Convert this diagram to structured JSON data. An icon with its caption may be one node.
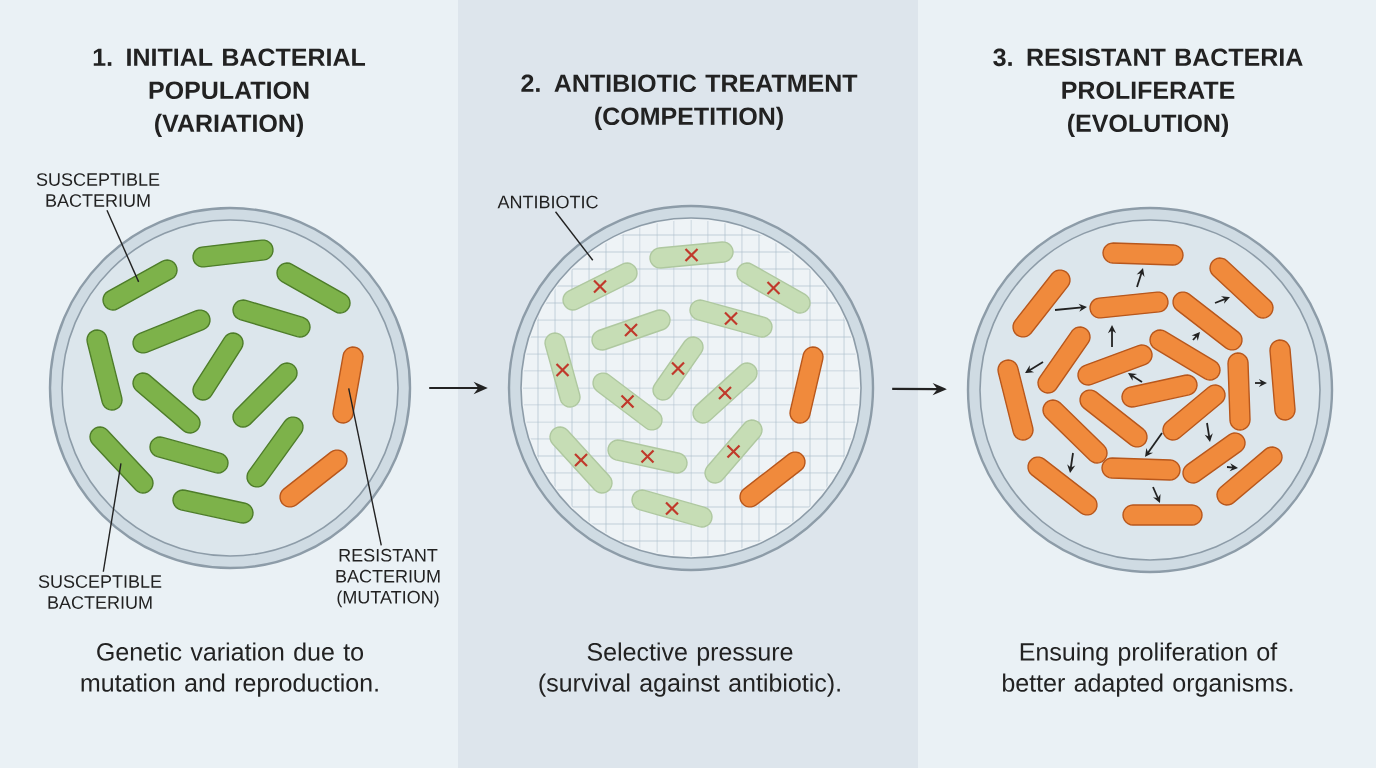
{
  "diagram": {
    "nodes": [
      {
        "text": [
          "1. INITIAL BACTERIAL POPULATION (VARIATION)",
          "Genetic variation due to mutation and reproduction."
        ]
      },
      {
        "text": [
          "2. ANTIBIOTIC TREATMENT (COMPETITION)",
          "Selective pressure (survival against antibiotic)."
        ]
      },
      {
        "text": [
          "3. RESISTANT BACTERIA PROLIFERATE (EVOLUTION)",
          "Ensuing proliferation of better adapted organisms."
        ]
      },
      {
        "text": [],
        "shape": "circle",
        "in": 0
      },
      {
        "text": [],
        "shape": "circle",
        "in": 1
      },
      {
        "text": [],
        "shape": "circle",
        "in": 2
      },
      {
        "text": [
          "SUSCEPTIBLE BACTERIUM"
        ],
        "in": 0
      },
      {
        "text": [],
        "shape": "bar",
        "in": 3
      },
      {
        "text": [
          "SUSCEPTIBLE BACTERIUM"
        ],
        "in": 0
      },
      {
        "text": [],
        "shape": "bar",
        "in": 3
      },
      {
        "text": [
          "RESISTANT BACTERIUM (MUTATION)"
        ],
        "in": 0
      },
      {
        "text": [],
        "shape": "bar",
        "in": 3
      },
      {
        "text": [
          "ANTIBIOTIC"
        ],
        "in": 1
      }
    ],
    "edges": [
      {
        "from": 3,
        "to": 4,
        "arrow": "to"
      },
      {
        "from": 4,
        "to": 5,
        "arrow": "to"
      },
      {
        "from": 6,
        "to": 7,
        "arrow": "none"
      },
      {
        "from": 8,
        "to": 9,
        "arrow": "none"
      },
      {
        "from": 10,
        "to": 11,
        "arrow": "none"
      },
      {
        "from": 12,
        "to": 4,
        "arrow": "none"
      }
    ]
  }
}
